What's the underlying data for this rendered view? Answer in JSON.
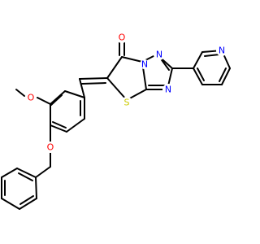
{
  "diagram": {
    "atoms": {
      "carbonyl_oxygen": {
        "symbol": "O",
        "color": "#ff0000"
      },
      "methoxy_oxygen": {
        "symbol": "O",
        "color": "#ff0000"
      },
      "ether_oxygen": {
        "symbol": "O",
        "color": "#ff0000"
      },
      "sulfur": {
        "symbol": "S",
        "color": "#cccc00"
      },
      "nitrogen_bridge": {
        "symbol": "N",
        "color": "#0000ff"
      },
      "nitrogen_triazole_top": {
        "symbol": "N",
        "color": "#0000ff"
      },
      "nitrogen_triazole_bottom": {
        "symbol": "N",
        "color": "#0000ff"
      },
      "nitrogen_pyridine": {
        "symbol": "N",
        "color": "#0000ff"
      }
    }
  }
}
